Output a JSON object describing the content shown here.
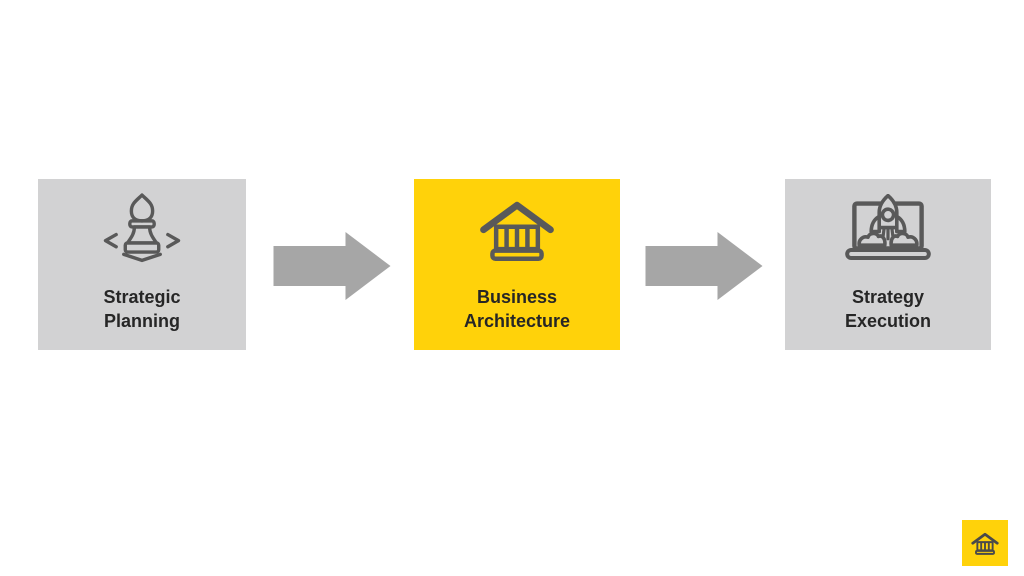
{
  "theme": {
    "page_bg": "#ffffff",
    "box_gray": "#d2d2d3",
    "accent_yellow": "#ffd20a",
    "arrow_gray": "#a6a6a6",
    "icon_stroke": "#595959",
    "text_dark": "#262626",
    "logo_icon_stroke": "#4a4a4a"
  },
  "diagram": {
    "steps": [
      {
        "label_line1": "Strategic",
        "label_line2": "Planning",
        "icon": "chess-pawn-strategy-icon",
        "highlighted": false
      },
      {
        "label_line1": "Business",
        "label_line2": "Architecture",
        "icon": "bank-building-icon",
        "highlighted": true
      },
      {
        "label_line1": "Strategy",
        "label_line2": "Execution",
        "icon": "rocket-launch-laptop-icon",
        "highlighted": false
      }
    ],
    "arrow_count": 2
  },
  "footer": {
    "logo_icon": "bank-building-icon"
  }
}
